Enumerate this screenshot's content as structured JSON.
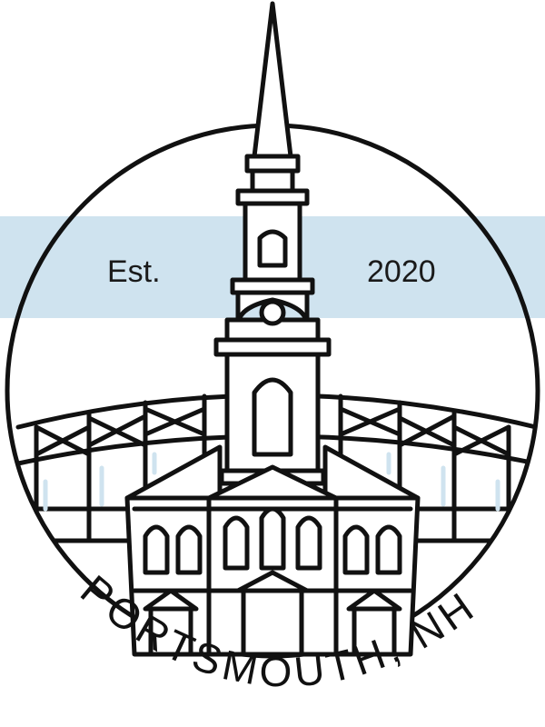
{
  "badge": {
    "left_text": "Est.",
    "right_text": "2020",
    "bottom_text": "PORTSMOUTH, NH",
    "colors": {
      "band": "#cfe3ef",
      "ink": "#111111",
      "glass": "#cfe3ef",
      "background": "#ffffff"
    },
    "illustration": "church-steeple-with-bridge-icon"
  }
}
